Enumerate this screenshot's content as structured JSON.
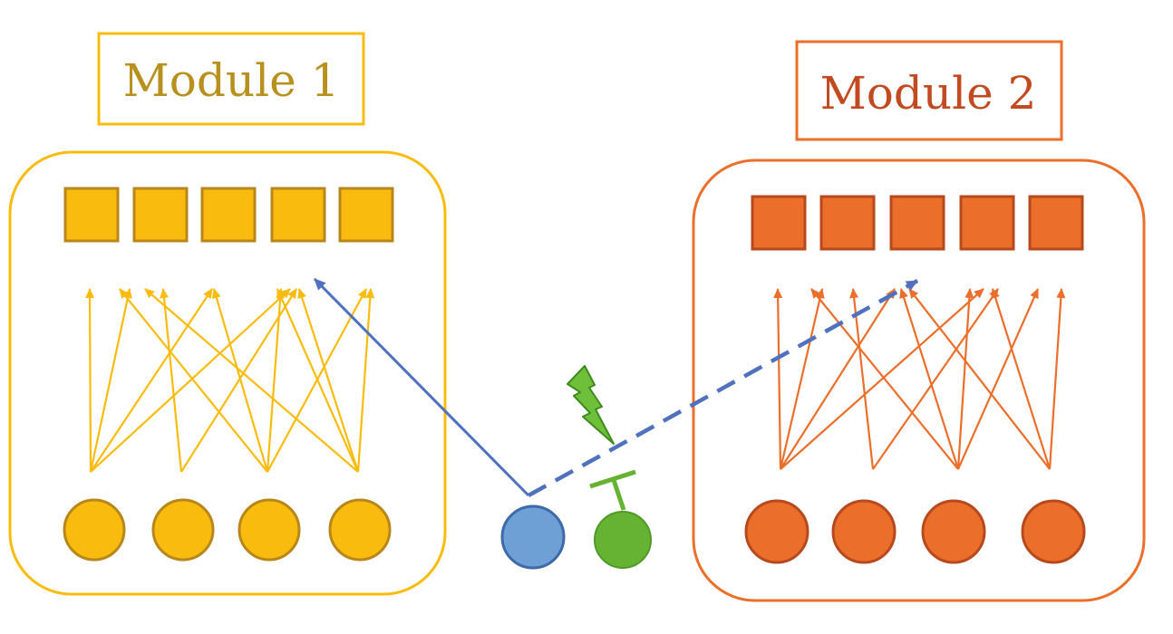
{
  "modules": [
    {
      "label": "Module 1",
      "color": "#F9BC0E",
      "node_stroke": "#B8861B",
      "text_color": "#B8901E",
      "output_units": 5,
      "input_units": 4
    },
    {
      "label": "Module 2",
      "color": "#EB6E2A",
      "node_stroke": "#B64A1E",
      "text_color": "#C24A21",
      "output_units": 5,
      "input_units": 4
    }
  ],
  "control_nodes": [
    {
      "name": "blue-node",
      "color": "#6E9FD5",
      "stroke": "#3E6AA8"
    },
    {
      "name": "green-node",
      "color": "#66B233",
      "stroke": "#4E9A28"
    }
  ],
  "projection_color": "#4F71BE",
  "inhibition_color": "#66B233",
  "lightning_color": "#4E9E2A"
}
